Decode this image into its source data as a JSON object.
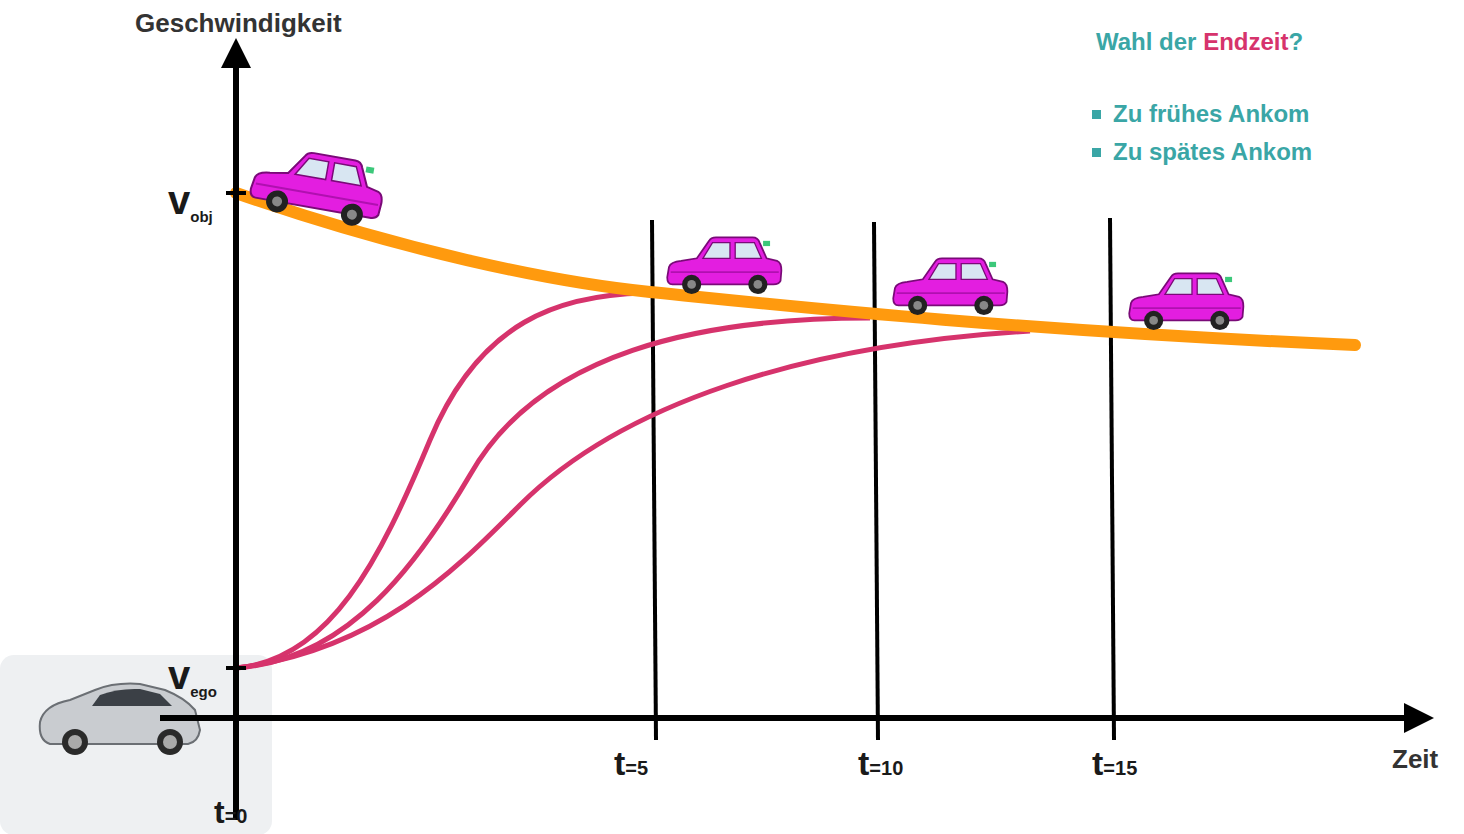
{
  "diagram": {
    "title": "Wahl der Endzeit?",
    "labels": [
      "Geschwindigkeit",
      "vobj",
      "vego",
      "t=0",
      "t=5",
      "t=10",
      "t=15",
      "Zeit",
      "Zu frühes Ankom",
      "Zu spätes Ankom"
    ]
  }
}
